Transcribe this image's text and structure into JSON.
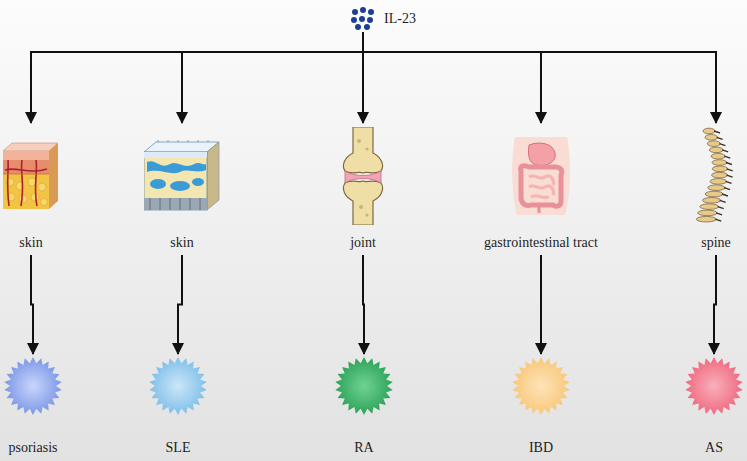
{
  "diagram": {
    "nodes": [
      {
        "text": [
          "IL-23"
        ]
      },
      {
        "text": [
          "skin"
        ]
      },
      {
        "text": [
          "skin"
        ]
      },
      {
        "text": [
          "joint"
        ]
      },
      {
        "text": [
          "gastrointestinal tract"
        ]
      },
      {
        "text": [
          "spine"
        ]
      },
      {
        "text": [
          "psoriasis"
        ]
      },
      {
        "text": [
          "SLE"
        ]
      },
      {
        "text": [
          "RA"
        ]
      },
      {
        "text": [
          "IBD"
        ]
      },
      {
        "text": [
          "AS"
        ]
      }
    ],
    "edges": [
      {
        "from": 0,
        "to": 1,
        "arrow": "to"
      },
      {
        "from": 0,
        "to": 2,
        "arrow": "to"
      },
      {
        "from": 0,
        "to": 3,
        "arrow": "to"
      },
      {
        "from": 0,
        "to": 4,
        "arrow": "to"
      },
      {
        "from": 0,
        "to": 5,
        "arrow": "to"
      },
      {
        "from": 1,
        "to": 6,
        "arrow": "to"
      },
      {
        "from": 2,
        "to": 7,
        "arrow": "to"
      },
      {
        "from": 3,
        "to": 8,
        "arrow": "to"
      },
      {
        "from": 4,
        "to": 9,
        "arrow": "to"
      },
      {
        "from": 5,
        "to": 10,
        "arrow": "to"
      }
    ]
  }
}
